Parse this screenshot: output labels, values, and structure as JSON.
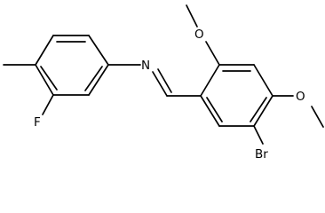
{
  "structure": {
    "atoms": {
      "nitrogen": "N",
      "fluorine": "F",
      "bromine": "Br",
      "methoxy_top_oxygen": "O",
      "methoxy_right_oxygen": "O"
    }
  },
  "colors": {
    "bond": "#000000",
    "background": "#ffffff"
  }
}
